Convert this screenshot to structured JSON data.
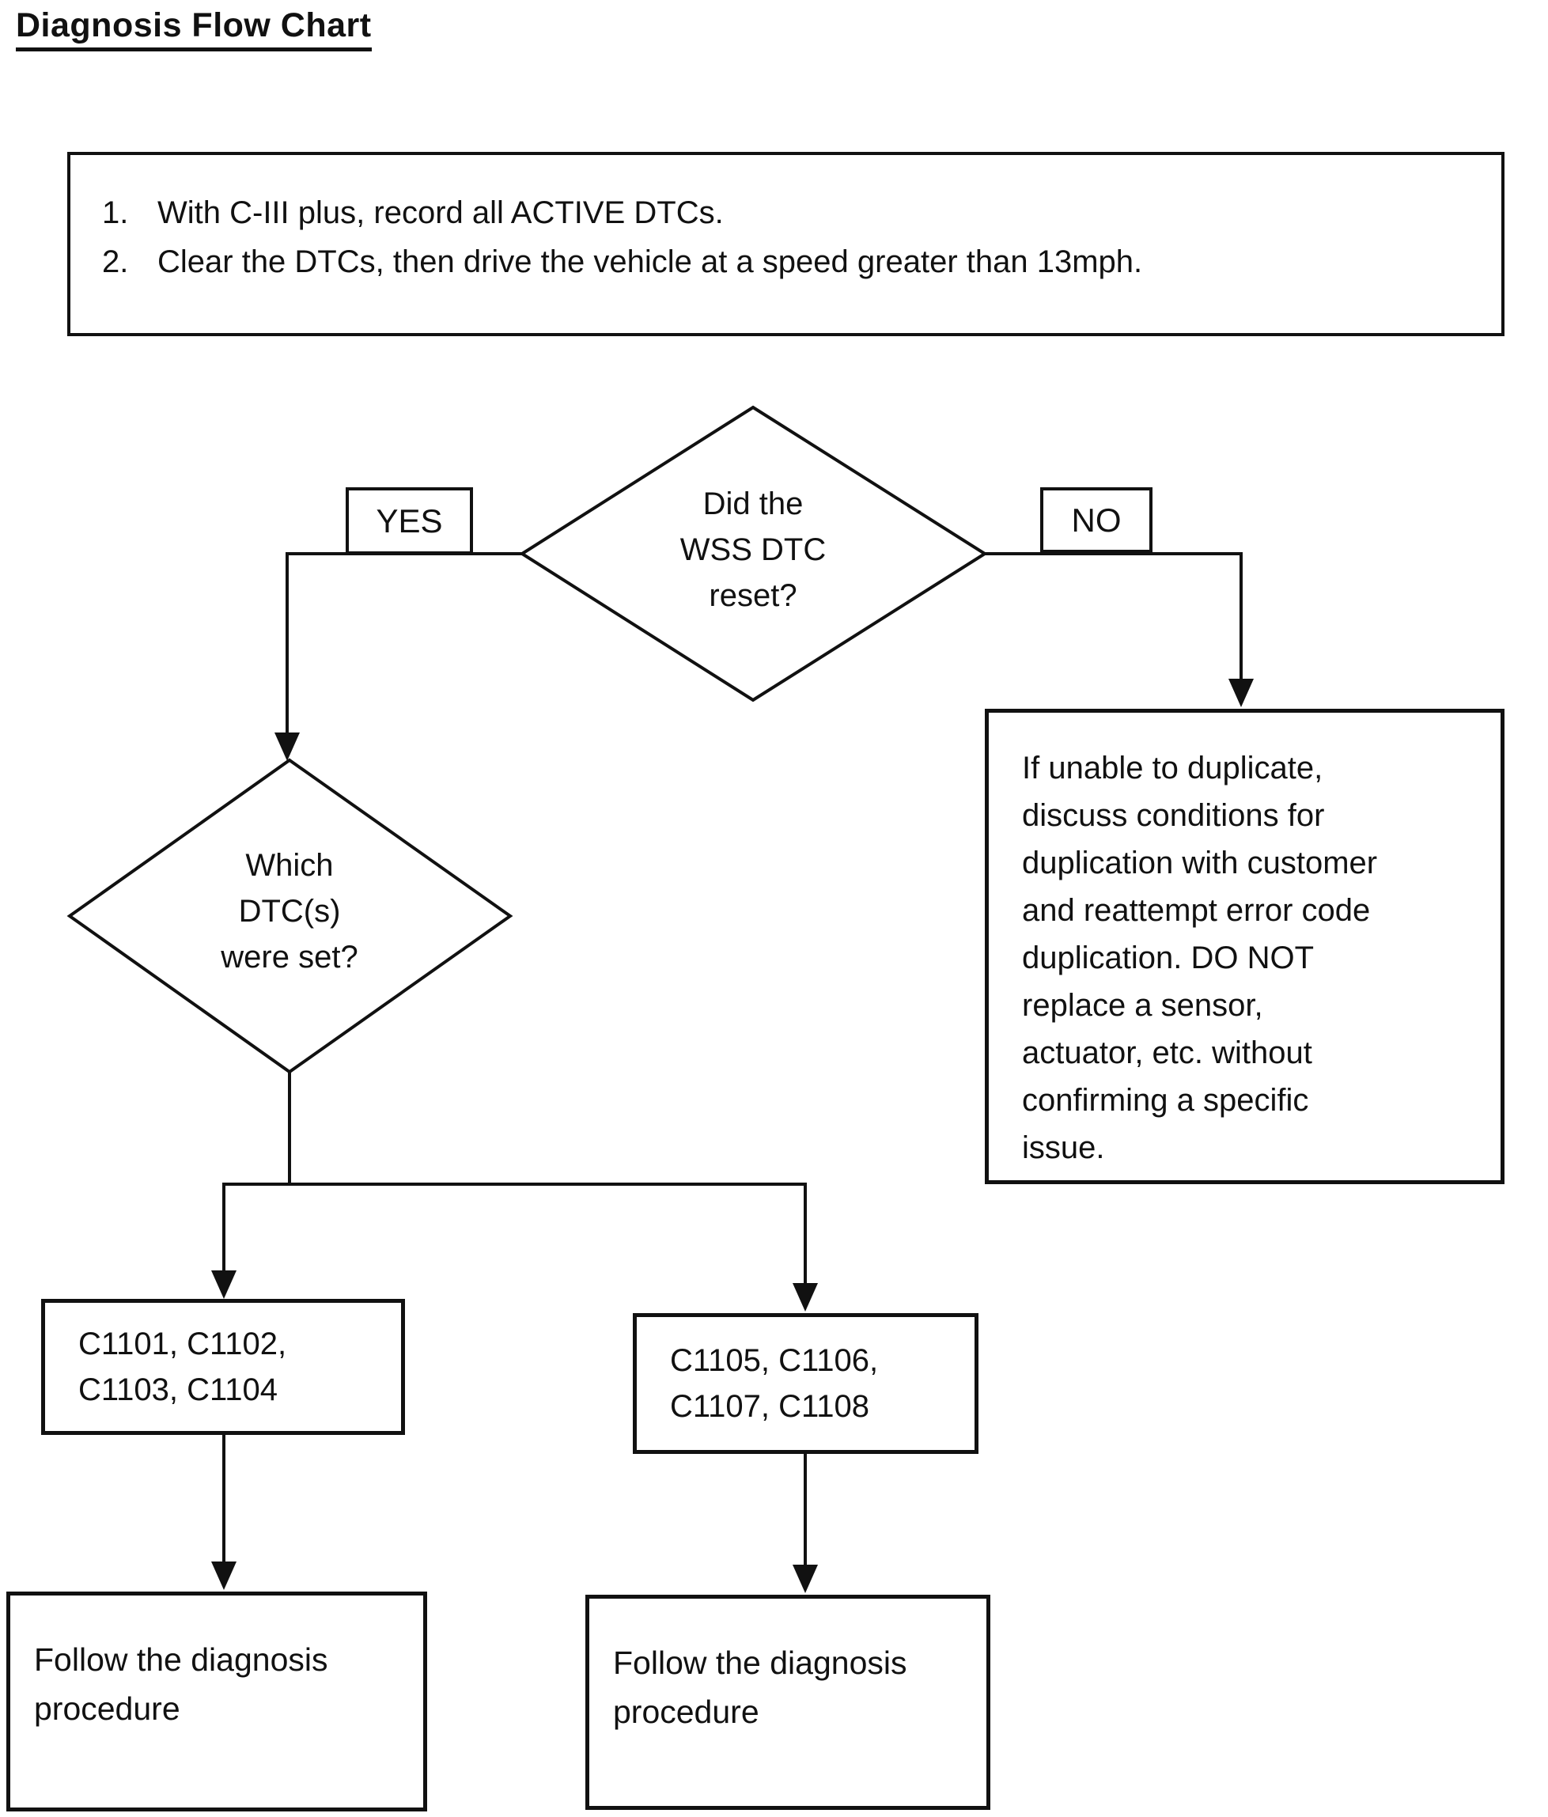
{
  "title": "Diagnosis Flow Chart",
  "instructions": {
    "items": [
      {
        "num": "1.",
        "text": "With C-III plus, record all ACTIVE DTCs."
      },
      {
        "num": "2.",
        "text": "Clear the DTCs, then drive the vehicle at a speed greater than 13mph."
      }
    ]
  },
  "decision1": {
    "label": "Did the\nWSS DTC\nreset?",
    "yes_label": "YES",
    "no_label": "NO"
  },
  "decision2": {
    "label": "Which\nDTC(s)\nwere set?"
  },
  "no_branch_box": {
    "text": "If unable to duplicate,\ndiscuss conditions for\nduplication with customer\nand reattempt error code\nduplication. DO NOT\nreplace a sensor,\nactuator, etc. without\nconfirming a specific\nissue."
  },
  "dtc_box_left": {
    "text": "C1101, C1102,\nC1103, C1104"
  },
  "dtc_box_right": {
    "text": "C1105, C1106,\nC1107, C1108"
  },
  "follow_box_left": {
    "text": "Follow the diagnosis\nprocedure"
  },
  "follow_box_right": {
    "text": "Follow the diagnosis\nprocedure"
  },
  "colors": {
    "ink": "#111111",
    "background": "#ffffff"
  }
}
